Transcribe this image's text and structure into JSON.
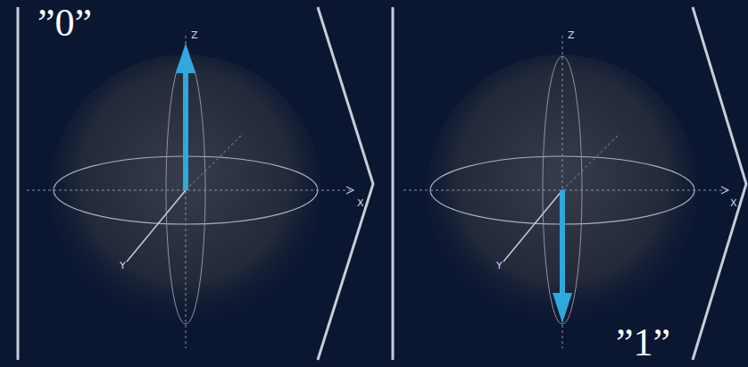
{
  "diagram": {
    "labels": [
      "”0”",
      "Z",
      "X",
      "Y",
      "Z",
      "X",
      "Y",
      "”1”"
    ]
  }
}
